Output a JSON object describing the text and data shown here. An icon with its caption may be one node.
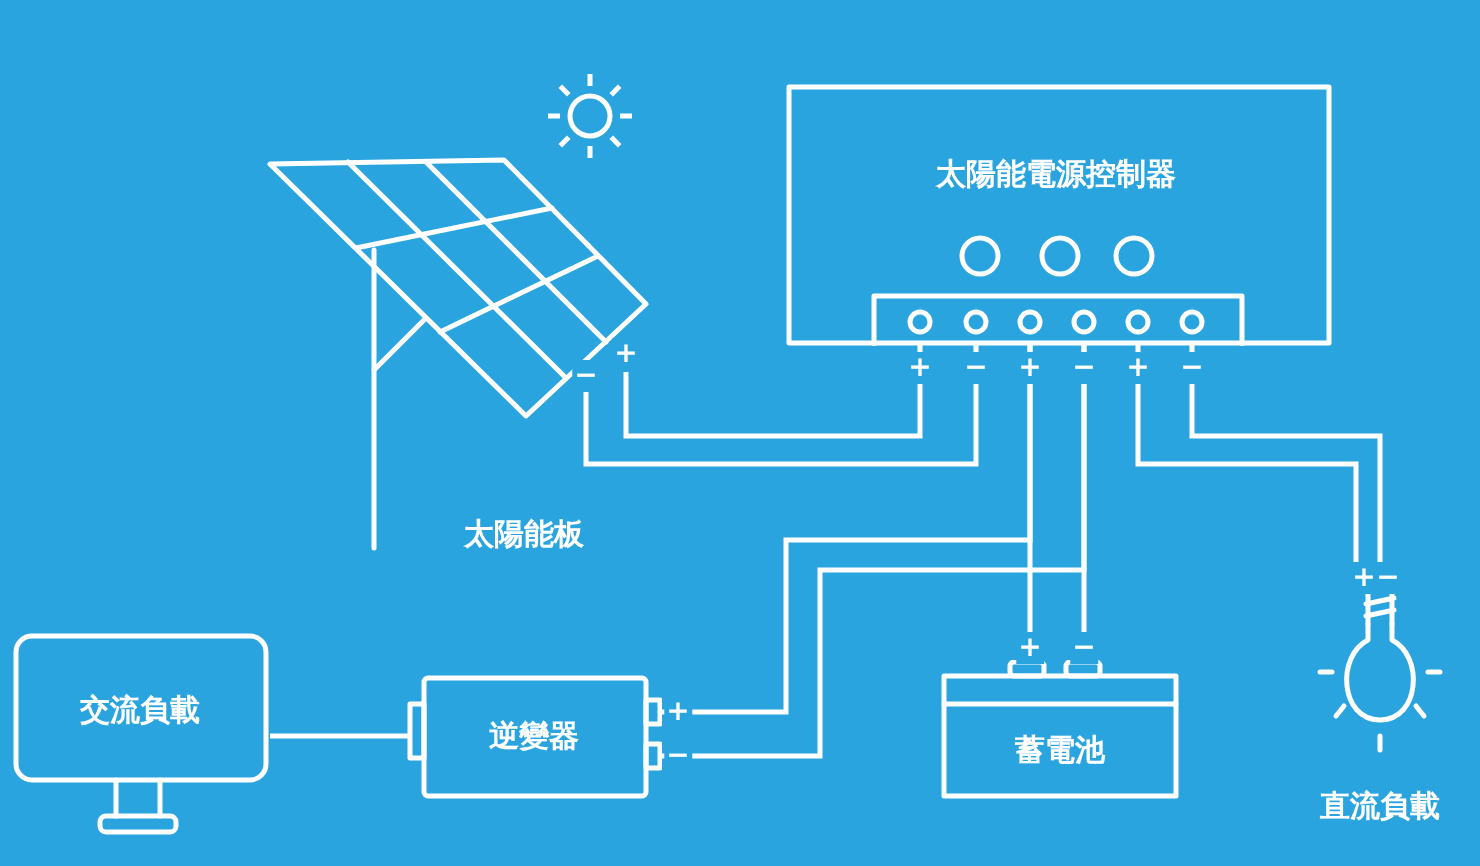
{
  "diagram": {
    "nodes": [
      {
        "text": [
          "太陽能電源控制器"
        ]
      },
      {
        "text": [
          "太陽能板"
        ]
      },
      {
        "text": [
          "交流負載"
        ]
      },
      {
        "text": [
          "逆變器"
        ]
      },
      {
        "text": [
          "蓄電池"
        ]
      },
      {
        "text": [
          "直流負載"
        ]
      }
    ],
    "edges": [
      {
        "from": 1,
        "to": 0,
        "arrow": "none"
      },
      {
        "from": 1,
        "to": 0,
        "arrow": "none"
      },
      {
        "from": 0,
        "to": 4,
        "arrow": "none"
      },
      {
        "from": 0,
        "to": 4,
        "arrow": "none"
      },
      {
        "from": 0,
        "to": 3,
        "arrow": "none"
      },
      {
        "from": 0,
        "to": 3,
        "arrow": "none"
      },
      {
        "from": 0,
        "to": 5,
        "arrow": "none"
      },
      {
        "from": 0,
        "to": 5,
        "arrow": "none"
      },
      {
        "from": 2,
        "to": 3,
        "arrow": "none"
      }
    ],
    "labels": [
      "−",
      "+",
      "+",
      "−",
      "+",
      "−",
      "+",
      "−",
      "+",
      "−",
      "+",
      "−",
      "+",
      "−"
    ]
  }
}
